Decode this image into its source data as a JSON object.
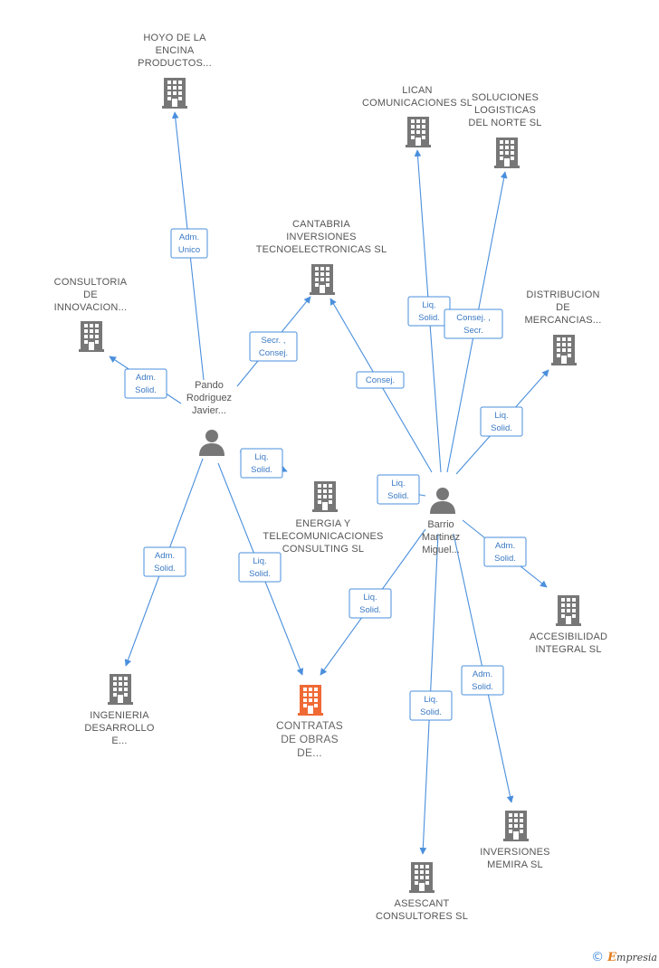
{
  "colors": {
    "edge": "#4a8fdc",
    "building": "#777777",
    "focus_building": "#f06a35",
    "person": "#777777"
  },
  "nodes": [
    {
      "id": "hoyo",
      "kind": "company",
      "lines": [
        "HOYO DE LA",
        "ENCINA",
        "PRODUCTOS..."
      ]
    },
    {
      "id": "lican",
      "kind": "company",
      "lines": [
        "LICAN",
        "COMUNICACIONES SL"
      ]
    },
    {
      "id": "soluciones",
      "kind": "company",
      "lines": [
        "SOLUCIONES",
        "LOGISTICAS",
        "DEL NORTE SL"
      ]
    },
    {
      "id": "cantabria",
      "kind": "company",
      "lines": [
        "CANTABRIA",
        "INVERSIONES",
        "TECNOELECTRONICAS SL"
      ]
    },
    {
      "id": "consultoria",
      "kind": "company",
      "lines": [
        "CONSULTORIA",
        "DE",
        "INNOVACION..."
      ]
    },
    {
      "id": "distribucion",
      "kind": "company",
      "lines": [
        "DISTRIBUCION",
        "DE",
        "MERCANCIAS..."
      ]
    },
    {
      "id": "energia",
      "kind": "company",
      "lines": [
        "ENERGIA Y",
        "TELECOMUNICACIONES",
        "CONSULTING SL"
      ]
    },
    {
      "id": "pando",
      "kind": "person",
      "lines": [
        "Pando",
        "Rodriguez",
        "Javier..."
      ]
    },
    {
      "id": "barrio",
      "kind": "person",
      "lines": [
        "Barrio",
        "Martinez",
        "Miguel..."
      ]
    },
    {
      "id": "accesibilidad",
      "kind": "company",
      "lines": [
        "ACCESIBILIDAD",
        "INTEGRAL SL"
      ]
    },
    {
      "id": "ingenieria",
      "kind": "company",
      "lines": [
        "INGENIERIA",
        "DESARROLLO",
        "E..."
      ]
    },
    {
      "id": "contratas",
      "kind": "focus",
      "lines": [
        "CONTRATAS",
        "DE OBRAS",
        "DE..."
      ]
    },
    {
      "id": "inversiones",
      "kind": "company",
      "lines": [
        "INVERSIONES",
        "MEMIRA SL"
      ]
    },
    {
      "id": "asescant",
      "kind": "company",
      "lines": [
        "ASESCANT",
        "CONSULTORES SL"
      ]
    }
  ],
  "edges": [
    {
      "from": "pando",
      "to": "hoyo",
      "label": [
        "Adm.",
        "Unico"
      ]
    },
    {
      "from": "pando",
      "to": "consultoria",
      "label": [
        "Adm.",
        "Solid."
      ]
    },
    {
      "from": "pando",
      "to": "cantabria",
      "label": [
        "Secr. ,",
        "Consej."
      ]
    },
    {
      "from": "pando",
      "to": "energia",
      "label": [
        "Liq.",
        "Solid."
      ]
    },
    {
      "from": "pando",
      "to": "ingenieria",
      "label": [
        "Adm.",
        "Solid."
      ]
    },
    {
      "from": "pando",
      "to": "contratas",
      "label": [
        "Liq.",
        "Solid."
      ]
    },
    {
      "from": "barrio",
      "to": "lican",
      "label": [
        "Liq.",
        "Solid."
      ]
    },
    {
      "from": "barrio",
      "to": "soluciones",
      "label": [
        "Consej. ,",
        "Secr."
      ]
    },
    {
      "from": "barrio",
      "to": "cantabria",
      "label": [
        "Consej."
      ]
    },
    {
      "from": "barrio",
      "to": "distribucion",
      "label": [
        "Liq.",
        "Solid."
      ]
    },
    {
      "from": "barrio",
      "to": "energia",
      "label": [
        "Liq.",
        "Solid."
      ]
    },
    {
      "from": "barrio",
      "to": "accesibilidad",
      "label": [
        "Adm.",
        "Solid."
      ]
    },
    {
      "from": "barrio",
      "to": "contratas",
      "label": [
        "Liq.",
        "Solid."
      ]
    },
    {
      "from": "barrio",
      "to": "inversiones",
      "label": [
        "Adm.",
        "Solid."
      ]
    },
    {
      "from": "barrio",
      "to": "asescant",
      "label": [
        "Liq.",
        "Solid."
      ]
    }
  ],
  "footer": {
    "copyright_symbol": "©",
    "brand_first": "E",
    "brand_rest": "mpresia"
  }
}
